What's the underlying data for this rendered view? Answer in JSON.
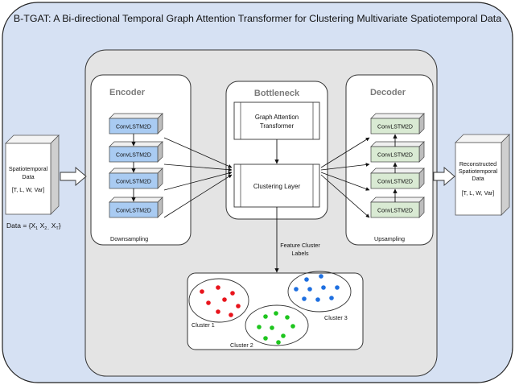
{
  "title": "B-TGAT: A Bi-directional Temporal Graph Attention Transformer for Clustering Multivariate Spatiotemporal Data",
  "input": {
    "line1": "Spatiotemporal",
    "line2": "Data",
    "dims": "[T, L, W, Var]",
    "formula_prefix": "Data = {X",
    "formula_sub1": "1",
    "formula_x2": " X",
    "formula_sub2": "2..",
    "formula_x3": " X",
    "formula_subT": "T",
    "formula_close": "}"
  },
  "output": {
    "line1": "Reconstructed",
    "line2": "Spatiotemporal",
    "line3": "Data",
    "dims": "[T, L, W, Var]"
  },
  "encoder": {
    "title": "Encoder",
    "blocks": [
      "ConvLSTM2D",
      "ConvLSTM2D",
      "ConvLSTM2D",
      "ConvLSTM2D"
    ],
    "caption": "Downsampling"
  },
  "bottleneck": {
    "title": "Bottleneck",
    "gat_line1": "Graph Attention",
    "gat_line2": "Transformer",
    "clustering": "Clustering Layer"
  },
  "decoder": {
    "title": "Decoder",
    "blocks": [
      "ConvLSTM2D",
      "ConvLSTM2D",
      "ConvLSTM2D",
      "ConvLSTM2D"
    ],
    "caption": "Upsampling"
  },
  "labels": {
    "line1": "Feature Cluster",
    "line2": "Labels"
  },
  "clusters": [
    {
      "label": "Cluster 1",
      "color": "#e8141c"
    },
    {
      "label": "Cluster 2",
      "color": "#1ec51e"
    },
    {
      "label": "Cluster 3",
      "color": "#1e6fe0"
    }
  ],
  "colors": {
    "outer_bg": "#d6e1f3",
    "inner_bg": "#e4e4e4",
    "encoder_block": "#a9cbf2",
    "decoder_block": "#d9ead3",
    "panel_title": "#7a7a7a"
  }
}
